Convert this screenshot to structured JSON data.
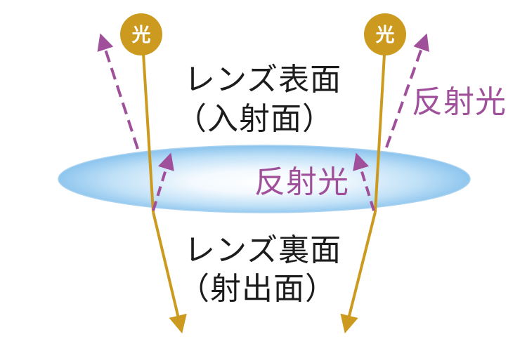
{
  "diagram": {
    "light_badge_left": "光",
    "light_badge_right": "光",
    "front_surface_line1": "レンズ表面",
    "front_surface_line2": "（入射面）",
    "back_surface_line1": "レンズ裏面",
    "back_surface_line2": "（射出面）",
    "reflected_light_outer": "反射光",
    "reflected_light_inner": "反射光"
  },
  "colors": {
    "incident_light": "#cc9a1e",
    "reflected_light": "#a0509b",
    "lens_fill_center": "#ffffff",
    "lens_fill_edge": "#8fc6ee",
    "lens_stroke": "#a9d2f1",
    "label_text": "#1c1c1c",
    "badge_text": "#ffffff"
  },
  "icons": {
    "badge": "light-source-badge-icon"
  }
}
